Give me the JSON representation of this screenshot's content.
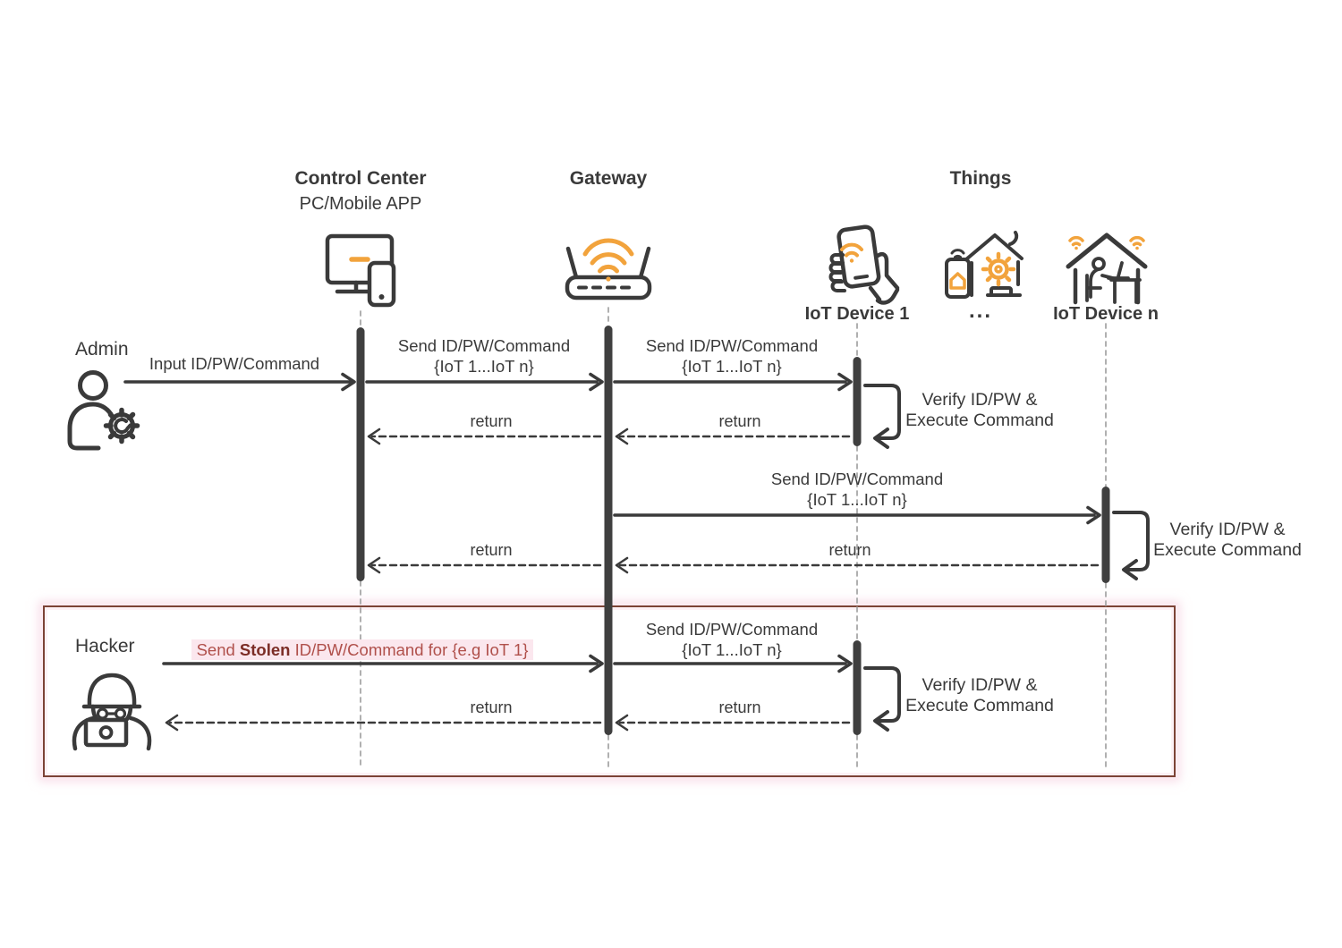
{
  "header": {
    "control_center_title": "Control Center",
    "control_center_subtitle": "PC/Mobile APP",
    "gateway_title": "Gateway",
    "things_title": "Things"
  },
  "devices": {
    "iot_device_1": "IoT Device 1",
    "ellipsis": "...",
    "iot_device_n": "IoT Device n"
  },
  "actors": {
    "admin": "Admin",
    "hacker": "Hacker"
  },
  "messages": {
    "input_cmd": "Input ID/PW/Command",
    "send_cmd_line1": "Send ID/PW/Command",
    "send_cmd_line2": "{IoT 1...IoT n}",
    "return_label": "return",
    "verify_line1": "Verify ID/PW &",
    "verify_line2": "Execute Command",
    "hacker_send_pre": "Send ",
    "hacker_send_stolen": "Stolen",
    "hacker_send_post": " ID/PW/Command for {e.g IoT 1}"
  },
  "colors": {
    "ink": "#3a3a3a",
    "accent_orange": "#f2a33c",
    "lifeline_gray": "#a8a8a8",
    "hacker_border": "#7c4336",
    "hacker_text_red": "#b0504b",
    "hacker_text_dark_red": "#7c2d26",
    "highlight_pink": "#fbe7ee"
  }
}
